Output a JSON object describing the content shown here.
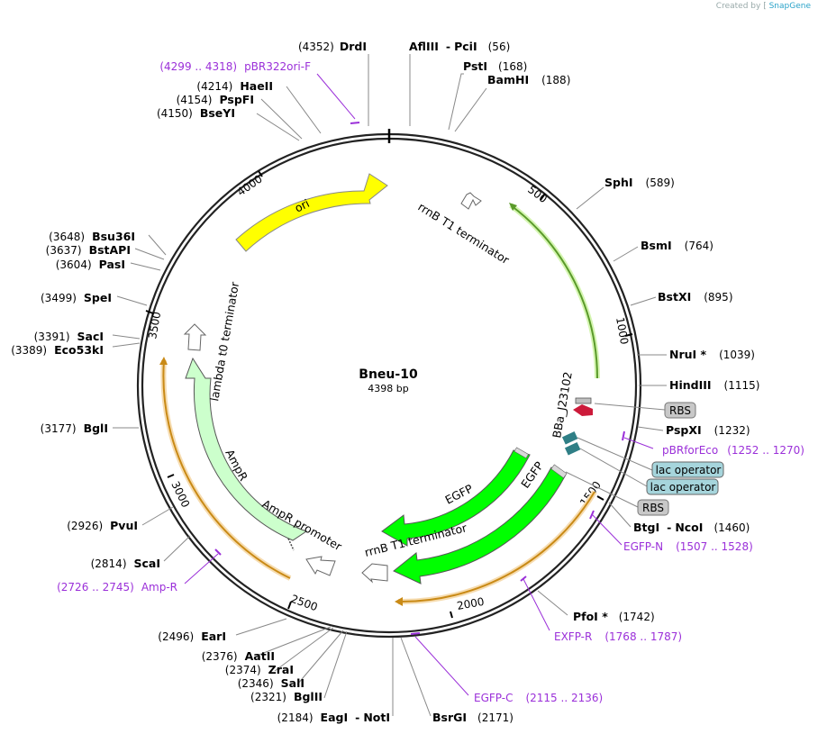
{
  "credit": {
    "created_by": "Created by",
    "brand": "SnapGene"
  },
  "plasmid": {
    "name": "Bneu-10",
    "length": "4398 bp"
  },
  "colors": {
    "ori": "#ffff00",
    "ampr": "#ccffcc",
    "egfp": "#00ff00",
    "promoter": "#ffffff",
    "rbs": "#c0c0c0",
    "lacop": "#a6d5dc",
    "primer": "#9b30d9",
    "red": "#cc1a3a",
    "teal": "#2f7f86"
  },
  "ticks": [
    "500",
    "1000",
    "1500",
    "2000",
    "2500",
    "3000",
    "3500",
    "4000"
  ],
  "sites": [
    {
      "pos": "(4352)",
      "name": "DrdI"
    },
    {
      "name": "AflIII",
      "sep": "-",
      "name2": "PciI",
      "pos": "(56)"
    },
    {
      "name": "PstI",
      "pos": "(168)"
    },
    {
      "name": "BamHI",
      "pos": "(188)"
    },
    {
      "name": "SphI",
      "pos": "(589)"
    },
    {
      "name": "BsmI",
      "pos": "(764)"
    },
    {
      "name": "BstXI",
      "pos": "(895)"
    },
    {
      "name": "NruI *",
      "pos": "(1039)"
    },
    {
      "name": "HindIII",
      "pos": "(1115)"
    },
    {
      "name": "PspXI",
      "pos": "(1232)"
    },
    {
      "name": "BtgI",
      "sep": "-",
      "name2": "NcoI",
      "pos": "(1460)"
    },
    {
      "name": "PfoI *",
      "pos": "(1742)"
    },
    {
      "name": "BsrGI",
      "pos": "(2171)"
    },
    {
      "pos": "(2184)",
      "name": "EagI",
      "sep": "-",
      "name2": "NotI"
    },
    {
      "pos": "(2321)",
      "name": "BglII"
    },
    {
      "pos": "(2346)",
      "name": "SalI"
    },
    {
      "pos": "(2374)",
      "name": "ZraI"
    },
    {
      "pos": "(2376)",
      "name": "AatII"
    },
    {
      "pos": "(2496)",
      "name": "EarI"
    },
    {
      "pos": "(2814)",
      "name": "ScaI"
    },
    {
      "pos": "(2926)",
      "name": "PvuI"
    },
    {
      "pos": "(3177)",
      "name": "BglI"
    },
    {
      "pos": "(3389)",
      "name": "Eco53kI"
    },
    {
      "pos": "(3391)",
      "name": "SacI"
    },
    {
      "pos": "(3499)",
      "name": "SpeI"
    },
    {
      "pos": "(3604)",
      "name": "PasI"
    },
    {
      "pos": "(3637)",
      "name": "BstAPI"
    },
    {
      "pos": "(3648)",
      "name": "Bsu36I"
    },
    {
      "pos": "(4150)",
      "name": "BseYI"
    },
    {
      "pos": "(4154)",
      "name": "PspFI"
    },
    {
      "pos": "(4214)",
      "name": "HaeII"
    }
  ],
  "primers": [
    {
      "range": "(4299 .. 4318)",
      "name": "pBR322ori-F"
    },
    {
      "name": "pBRforEco",
      "range": "(1252 .. 1270)"
    },
    {
      "name": "EGFP-N",
      "range": "(1507 .. 1528)"
    },
    {
      "name": "EXFP-R",
      "range": "(1768 .. 1787)"
    },
    {
      "name": "EGFP-C",
      "range": "(2115 .. 2136)"
    },
    {
      "range": "(2726 .. 2745)",
      "name": "Amp-R"
    }
  ],
  "features": {
    "ori": "ori",
    "rrnb_top": "rrnB T1 terminator",
    "lambda": "lambda t0 terminator",
    "bba": "BBa_J23102",
    "egfp1": "EGFP",
    "egfp2": "EGFP",
    "ampr": "AmpR",
    "ampr_promoter": "AmpR promoter",
    "rrnb_bottom": "rrnB T1 terminator",
    "rbs1": "RBS",
    "lac1": "lac operator",
    "lac2": "lac operator",
    "rbs2": "RBS"
  }
}
